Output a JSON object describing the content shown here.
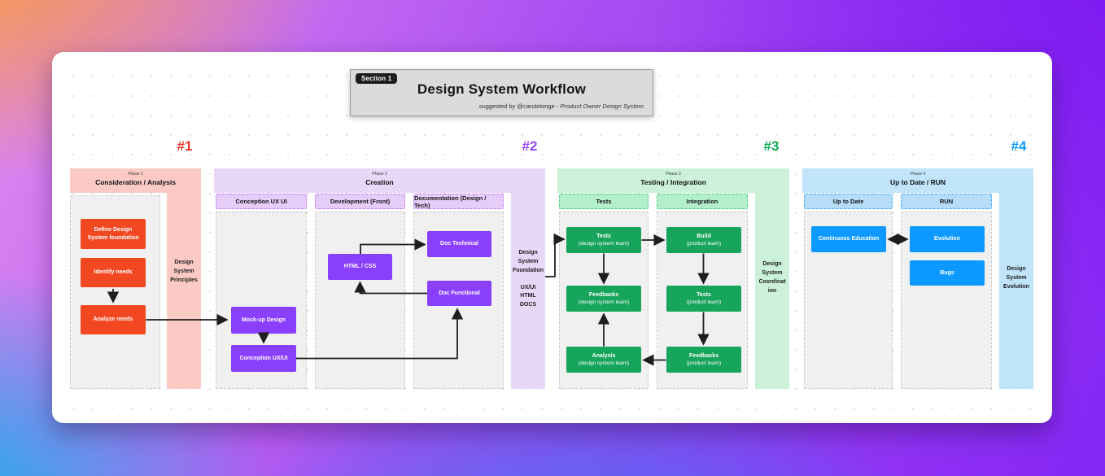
{
  "header": {
    "badge": "Section 1",
    "title": "Design System Workflow",
    "credit_prefix": "suggested by @carolelonge - ",
    "credit_role": "Product Owner Design System"
  },
  "phases": [
    {
      "num": "#1",
      "phase_tag": "Phase 1",
      "name": "Consideration / Analysis",
      "sidebar": "Design\nSystem\nPrinciples",
      "cards": [
        {
          "label": "Define Design System foundation"
        },
        {
          "label": "Identify needs"
        },
        {
          "label": "Analyze needs"
        }
      ]
    },
    {
      "num": "#2",
      "phase_tag": "Phase 2",
      "name": "Creation",
      "sidebar_top": "Design\nSystem\nFoundation",
      "sidebar_bottom": "UX/UI\nHTML\nDOCS",
      "subcolumns": [
        "Conception UX UI",
        "Development (Front)",
        "Documentation (Design / Tech)"
      ],
      "cards": [
        {
          "label": "Mock-up Design"
        },
        {
          "label": "Conception UX/UI"
        },
        {
          "label": "HTML / CSS"
        },
        {
          "label": "Doc Technical"
        },
        {
          "label": "Doc Functional"
        }
      ]
    },
    {
      "num": "#3",
      "phase_tag": "Phase 3",
      "name": "Testing / Integration",
      "sidebar": "Design\nSystem\nCoordinat\nion",
      "subcolumns": [
        "Tests",
        "Integration"
      ],
      "cards": [
        {
          "label": "Tests",
          "sub": "(design system team)"
        },
        {
          "label": "Build",
          "sub": "(product team)"
        },
        {
          "label": "Feedbacks",
          "sub": "(design system team)"
        },
        {
          "label": "Tests",
          "sub": "(product team)"
        },
        {
          "label": "Analysis",
          "sub": "(design system team)"
        },
        {
          "label": "Feedbacks",
          "sub": "(product team)"
        }
      ]
    },
    {
      "num": "#4",
      "phase_tag": "Phase 4",
      "name": "Up to Date / RUN",
      "sidebar": "Design\nSystem\nEvolution",
      "subcolumns": [
        "Up to Date",
        "RUN"
      ],
      "cards": [
        {
          "label": "Continuous Education"
        },
        {
          "label": "Evolution"
        },
        {
          "label": "Bugs"
        }
      ]
    }
  ],
  "colors": {
    "red_card": "#F24822",
    "red_light": "#FBCAC4",
    "red_num": "#F1352B",
    "purple_card": "#8A3FFC",
    "purple_light": "#E9D7F8",
    "purple_chip": "#E5CCF9",
    "purple_dash": "#C77DF5",
    "purple_num": "#9747FF",
    "green_card": "#17A45B",
    "green_light": "#CBF1D8",
    "green_chip": "#B3EFCB",
    "green_dash": "#46CE83",
    "green_num": "#0CA94F",
    "blue_card": "#0D99FF",
    "blue_light": "#C0E4FA",
    "blue_chip": "#B5DDFA",
    "blue_dash": "#3FA9F6",
    "blue_num": "#0D99FF",
    "arrow": "#1E1E1E"
  }
}
